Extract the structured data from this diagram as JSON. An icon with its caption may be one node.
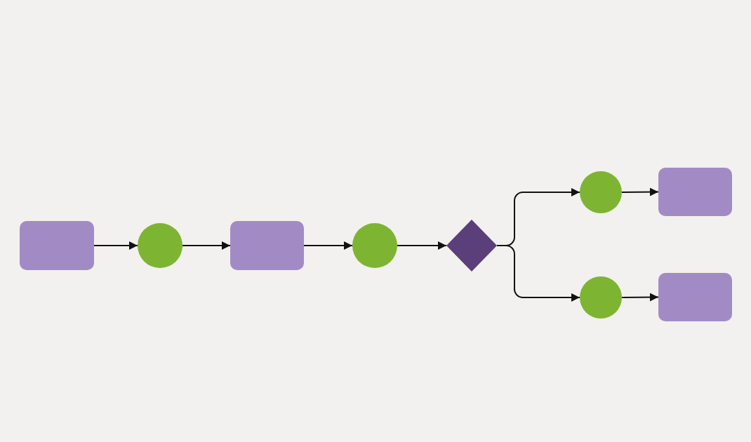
{
  "diagram": {
    "nodes": [
      {
        "text": [],
        "shape": "box"
      },
      {
        "text": [],
        "shape": "circle"
      },
      {
        "text": [],
        "shape": "box"
      },
      {
        "text": [],
        "shape": "circle"
      },
      {
        "text": [],
        "shape": "diamond"
      },
      {
        "text": [],
        "shape": "circle"
      },
      {
        "text": [],
        "shape": "box"
      },
      {
        "text": [],
        "shape": "circle"
      },
      {
        "text": [],
        "shape": "box"
      }
    ],
    "edges": [
      {
        "from": 0,
        "to": 1,
        "arrow": "to"
      },
      {
        "from": 1,
        "to": 2,
        "arrow": "to"
      },
      {
        "from": 2,
        "to": 3,
        "arrow": "to"
      },
      {
        "from": 3,
        "to": 4,
        "arrow": "to"
      },
      {
        "from": 4,
        "to": 5,
        "arrow": "to"
      },
      {
        "from": 4,
        "to": 7,
        "arrow": "to"
      },
      {
        "from": 5,
        "to": 6,
        "arrow": "to"
      },
      {
        "from": 7,
        "to": 8,
        "arrow": "to"
      }
    ]
  }
}
